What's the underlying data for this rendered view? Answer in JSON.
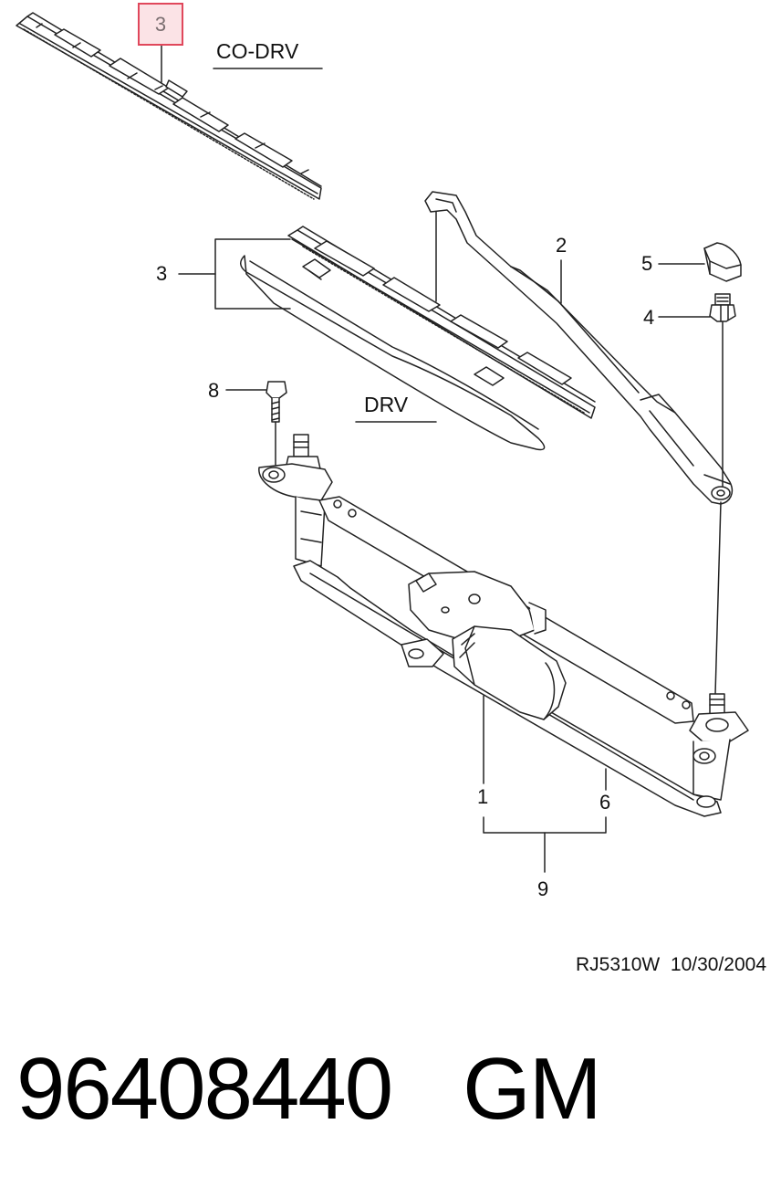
{
  "diagram": {
    "highlighted_callout": "3",
    "labels": {
      "co_drv": "CO-DRV",
      "drv": "DRV"
    },
    "callouts": {
      "c1": "1",
      "c2": "2",
      "c3": "3",
      "c4": "4",
      "c5": "5",
      "c6": "6",
      "c8": "8",
      "c9": "9"
    },
    "drawing_code": "RJ5310W",
    "drawing_date": "10/30/2004",
    "highlight_color": "#e0475b",
    "highlight_fill": "#fbe3e6"
  },
  "part": {
    "number": "96408440",
    "brand": "GM"
  }
}
